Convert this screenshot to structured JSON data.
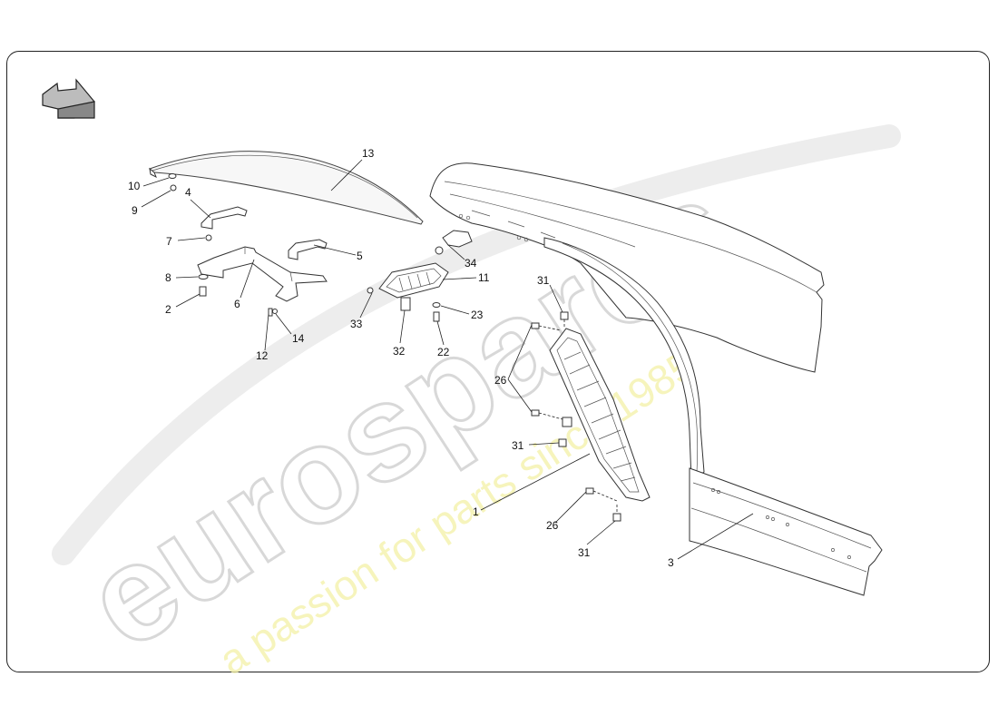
{
  "watermark": {
    "brand": "eurospares",
    "tagline": "a passion for parts since 1985"
  },
  "callouts": [
    {
      "id": "c13",
      "label": "13"
    },
    {
      "id": "c10",
      "label": "10"
    },
    {
      "id": "c9",
      "label": "9"
    },
    {
      "id": "c4",
      "label": "4"
    },
    {
      "id": "c7",
      "label": "7"
    },
    {
      "id": "c5",
      "label": "5"
    },
    {
      "id": "c8",
      "label": "8"
    },
    {
      "id": "c6",
      "label": "6"
    },
    {
      "id": "c2",
      "label": "2"
    },
    {
      "id": "c14",
      "label": "14"
    },
    {
      "id": "c12",
      "label": "12"
    },
    {
      "id": "c34",
      "label": "34"
    },
    {
      "id": "c11",
      "label": "11"
    },
    {
      "id": "c33",
      "label": "33"
    },
    {
      "id": "c23",
      "label": "23"
    },
    {
      "id": "c32",
      "label": "32"
    },
    {
      "id": "c22",
      "label": "22"
    },
    {
      "id": "c31a",
      "label": "31"
    },
    {
      "id": "c26a",
      "label": "26"
    },
    {
      "id": "c31b",
      "label": "31"
    },
    {
      "id": "c1",
      "label": "1"
    },
    {
      "id": "c26b",
      "label": "26"
    },
    {
      "id": "c31c",
      "label": "31"
    },
    {
      "id": "c3",
      "label": "3"
    }
  ],
  "icons": {
    "orientation": "orientation-arrow-icon"
  }
}
